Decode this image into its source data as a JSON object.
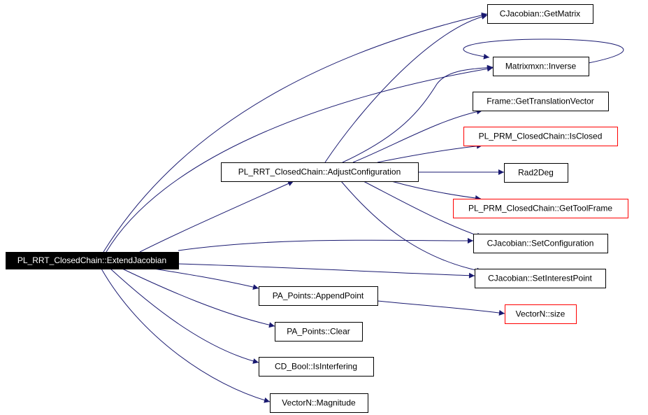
{
  "colors": {
    "edge": "#191970",
    "node_border_normal": "#000000",
    "node_border_undocumented": "#ff0000",
    "root_fill": "#000000",
    "root_text": "#ffffff",
    "node_fill": "#ffffff",
    "node_text": "#000000"
  },
  "nodes": {
    "extend_jacobian": {
      "label": "PL_RRT_ClosedChain::ExtendJacobian",
      "style": "root"
    },
    "adjust_configuration": {
      "label": "PL_RRT_ClosedChain::AdjustConfiguration",
      "style": "normal"
    },
    "get_matrix": {
      "label": "CJacobian::GetMatrix",
      "style": "normal"
    },
    "inverse": {
      "label": "Matrixmxn::Inverse",
      "style": "normal"
    },
    "get_translation_vector": {
      "label": "Frame::GetTranslationVector",
      "style": "normal"
    },
    "is_closed": {
      "label": "PL_PRM_ClosedChain::IsClosed",
      "style": "undocumented"
    },
    "rad2deg": {
      "label": "Rad2Deg",
      "style": "normal"
    },
    "get_tool_frame": {
      "label": "PL_PRM_ClosedChain::GetToolFrame",
      "style": "undocumented"
    },
    "set_configuration": {
      "label": "CJacobian::SetConfiguration",
      "style": "normal"
    },
    "set_interest_point": {
      "label": "CJacobian::SetInterestPoint",
      "style": "normal"
    },
    "append_point": {
      "label": "PA_Points::AppendPoint",
      "style": "normal"
    },
    "vector_size": {
      "label": "VectorN::size",
      "style": "undocumented"
    },
    "clear": {
      "label": "PA_Points::Clear",
      "style": "normal"
    },
    "is_interfering": {
      "label": "CD_Bool::IsInterfering",
      "style": "normal"
    },
    "magnitude": {
      "label": "VectorN::Magnitude",
      "style": "normal"
    }
  },
  "edges": [
    {
      "from": "extend_jacobian",
      "to": "get_matrix"
    },
    {
      "from": "extend_jacobian",
      "to": "inverse"
    },
    {
      "from": "extend_jacobian",
      "to": "adjust_configuration"
    },
    {
      "from": "extend_jacobian",
      "to": "set_configuration"
    },
    {
      "from": "extend_jacobian",
      "to": "set_interest_point"
    },
    {
      "from": "extend_jacobian",
      "to": "append_point"
    },
    {
      "from": "extend_jacobian",
      "to": "clear"
    },
    {
      "from": "extend_jacobian",
      "to": "is_interfering"
    },
    {
      "from": "extend_jacobian",
      "to": "magnitude"
    },
    {
      "from": "adjust_configuration",
      "to": "get_matrix"
    },
    {
      "from": "adjust_configuration",
      "to": "inverse"
    },
    {
      "from": "adjust_configuration",
      "to": "get_translation_vector"
    },
    {
      "from": "adjust_configuration",
      "to": "is_closed"
    },
    {
      "from": "adjust_configuration",
      "to": "rad2deg"
    },
    {
      "from": "adjust_configuration",
      "to": "get_tool_frame"
    },
    {
      "from": "adjust_configuration",
      "to": "set_configuration"
    },
    {
      "from": "adjust_configuration",
      "to": "set_interest_point"
    },
    {
      "from": "inverse",
      "to": "inverse"
    },
    {
      "from": "append_point",
      "to": "vector_size"
    }
  ]
}
